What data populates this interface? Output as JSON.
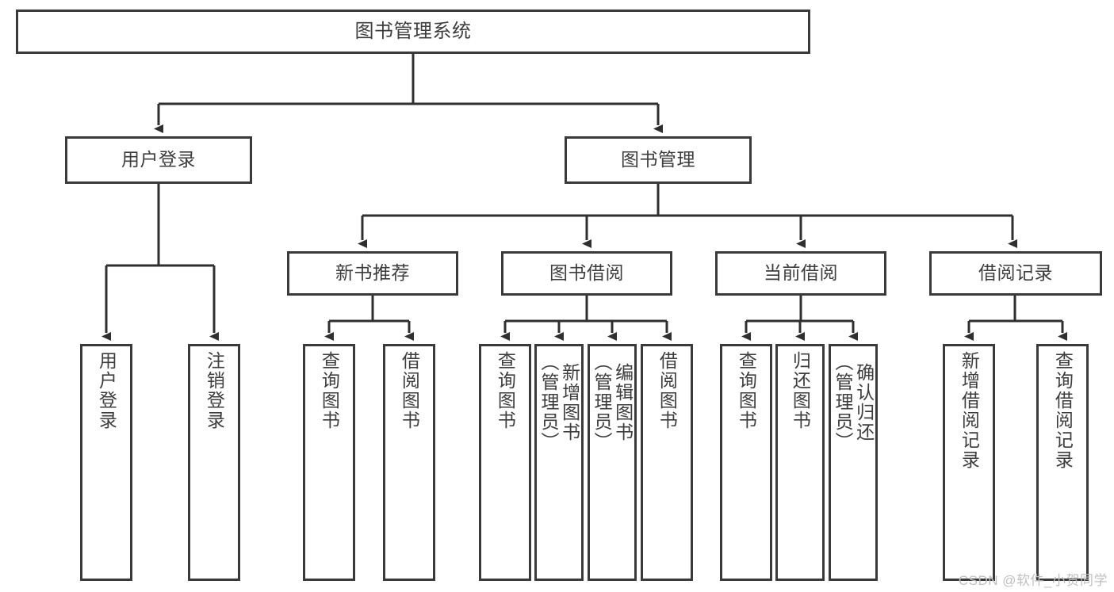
{
  "diagram": {
    "title": "图书管理系统",
    "root": {
      "label": "图书管理系统"
    },
    "level2": [
      {
        "label": "用户登录"
      },
      {
        "label": "图书管理"
      }
    ],
    "level3": [
      {
        "label": "新书推荐"
      },
      {
        "label": "图书借阅"
      },
      {
        "label": "当前借阅"
      },
      {
        "label": "借阅记录"
      }
    ],
    "leaves": {
      "user_login": [
        {
          "label": "用户登录"
        },
        {
          "label": "注销登录"
        }
      ],
      "new_book_recommend": [
        {
          "label": "查询图书"
        },
        {
          "label": "借阅图书"
        }
      ],
      "book_borrow": [
        {
          "label": "查询图书"
        },
        {
          "label": "新增图书\n（管理员）"
        },
        {
          "label": "编辑图书\n（管理员）"
        },
        {
          "label": "借阅图书"
        }
      ],
      "current_borrow": [
        {
          "label": "查询图书"
        },
        {
          "label": "归还图书"
        },
        {
          "label": "确认归还\n（管理员）"
        }
      ],
      "borrow_record": [
        {
          "label": "新增借阅记录"
        },
        {
          "label": "查询借阅记录"
        }
      ]
    }
  },
  "watermark": {
    "text": "CSDN @软件_小贺同学"
  },
  "colors": {
    "box_border": "#3a3a3a",
    "text": "#3d3d3d",
    "background": "#ffffff",
    "watermark": "#bfbfbf"
  }
}
